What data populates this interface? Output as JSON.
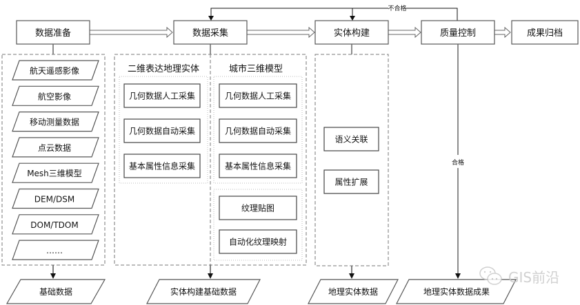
{
  "process": {
    "steps": [
      "数据准备",
      "数据采集",
      "实体构建",
      "质量控制",
      "成果归档"
    ],
    "fail_label": "不合格",
    "pass_label": "合格"
  },
  "data_preparation": {
    "sources": [
      "航天遥感影像",
      "航空影像",
      "移动测量数据",
      "点云数据",
      "Mesh三维模型",
      "DEM/DSM",
      "DOM/TDOM",
      "……"
    ],
    "output": "基础数据"
  },
  "data_collection": {
    "group_2d": {
      "title": "二维表达地理实体",
      "items": [
        "几何数据人工采集",
        "几何数据自动采集",
        "基本属性信息采集"
      ]
    },
    "group_3d": {
      "title": "城市三维模型",
      "items": [
        "几何数据人工采集",
        "几何数据自动采集",
        "基本属性信息采集"
      ],
      "texture_items": [
        "纹理贴图",
        "自动化纹理映射"
      ]
    },
    "output": "实体构建基础数据"
  },
  "entity_construction": {
    "items": [
      "语义关联",
      "属性扩展"
    ],
    "output": "地理实体数据"
  },
  "quality_control": {
    "output": "地理实体数据成果"
  },
  "watermark": {
    "text": "GIS前沿",
    "icon": "wechat-icon"
  }
}
